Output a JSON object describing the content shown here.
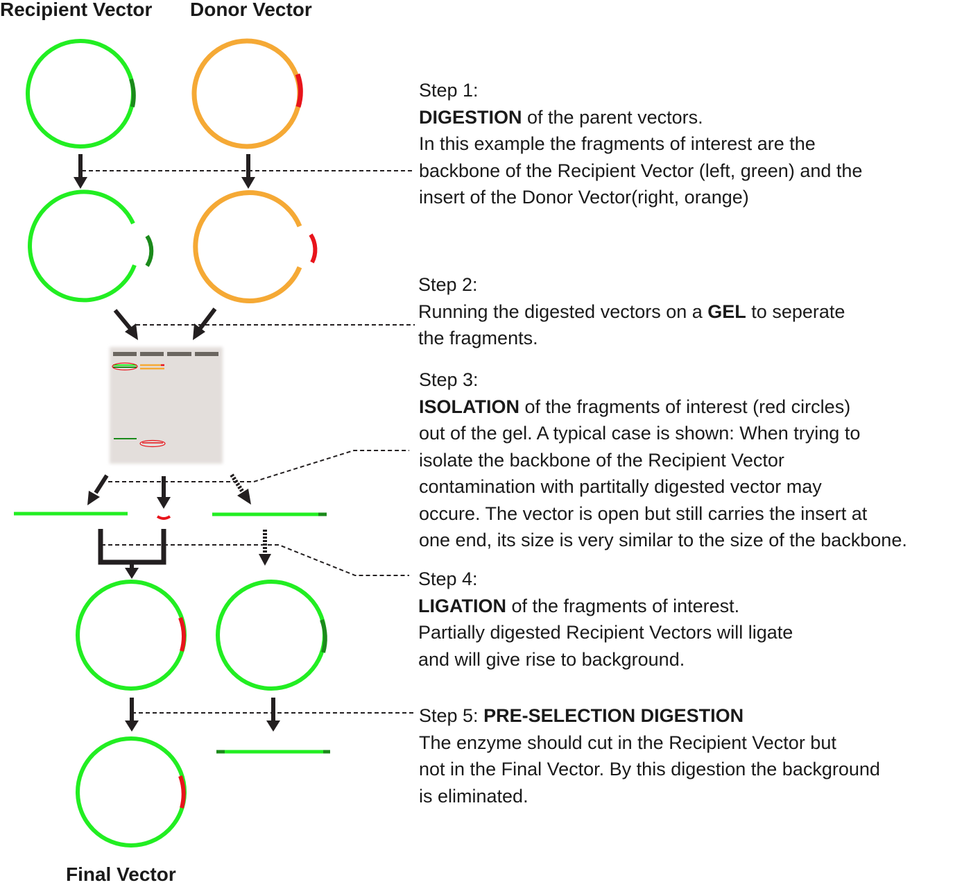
{
  "headers": {
    "recipient": "Recipient Vector",
    "donor": "Donor Vector",
    "final": "Final Vector"
  },
  "steps": [
    {
      "lines": [
        {
          "pre": "Step 1:",
          "bold": "",
          "post": ""
        },
        {
          "pre": "",
          "bold": "DIGESTION",
          "post": " of the parent vectors."
        },
        {
          "pre": "In this example the fragments of interest are the",
          "bold": "",
          "post": ""
        },
        {
          "pre": "backbone of the Recipient Vector (left, green) and the",
          "bold": "",
          "post": ""
        },
        {
          "pre": "insert of the Donor Vector(right, orange)",
          "bold": "",
          "post": ""
        }
      ]
    },
    {
      "lines": [
        {
          "pre": "Step 2:",
          "bold": "",
          "post": ""
        },
        {
          "pre": "Running the digested vectors on a ",
          "bold": "GEL",
          "post": " to seperate"
        },
        {
          "pre": "the fragments.",
          "bold": "",
          "post": ""
        }
      ]
    },
    {
      "lines": [
        {
          "pre": "Step 3:",
          "bold": "",
          "post": ""
        },
        {
          "pre": "",
          "bold": "ISOLATION",
          "post": " of the fragments of interest (red circles)"
        },
        {
          "pre": "out of the gel. A typical case is shown: When trying to",
          "bold": "",
          "post": ""
        },
        {
          "pre": "isolate the backbone of the Recipient Vector",
          "bold": "",
          "post": ""
        },
        {
          "pre": "contamination with partitally digested vector may",
          "bold": "",
          "post": ""
        },
        {
          "pre": "occure. The vector is open but still carries the insert at",
          "bold": "",
          "post": ""
        },
        {
          "pre": "one end, its size is very similar to the size of the backbone.",
          "bold": "",
          "post": ""
        }
      ]
    },
    {
      "lines": [
        {
          "pre": "Step 4:",
          "bold": "",
          "post": ""
        },
        {
          "pre": "",
          "bold": "LIGATION",
          "post": " of the fragments of interest."
        },
        {
          "pre": "Partially digested Recipient Vectors will ligate",
          "bold": "",
          "post": ""
        },
        {
          "pre": "and will give rise to background.",
          "bold": "",
          "post": ""
        }
      ]
    },
    {
      "lines": [
        {
          "pre": "Step 5: ",
          "bold": "PRE-SELECTION DIGESTION",
          "post": ""
        },
        {
          "pre": "The enzyme should cut in the Recipient Vector but",
          "bold": "",
          "post": ""
        },
        {
          "pre": "not in the Final Vector. By this digestion the background",
          "bold": "",
          "post": ""
        },
        {
          "pre": "is eliminated.",
          "bold": "",
          "post": ""
        }
      ]
    }
  ],
  "colors": {
    "backbone": "#22ee22",
    "backbone_dark": "#1b8a1b",
    "donor": "#f5a935",
    "insert": "#e8141b",
    "arrow": "#231f20",
    "gel": "#e3dedb",
    "well": "#6b6660"
  }
}
